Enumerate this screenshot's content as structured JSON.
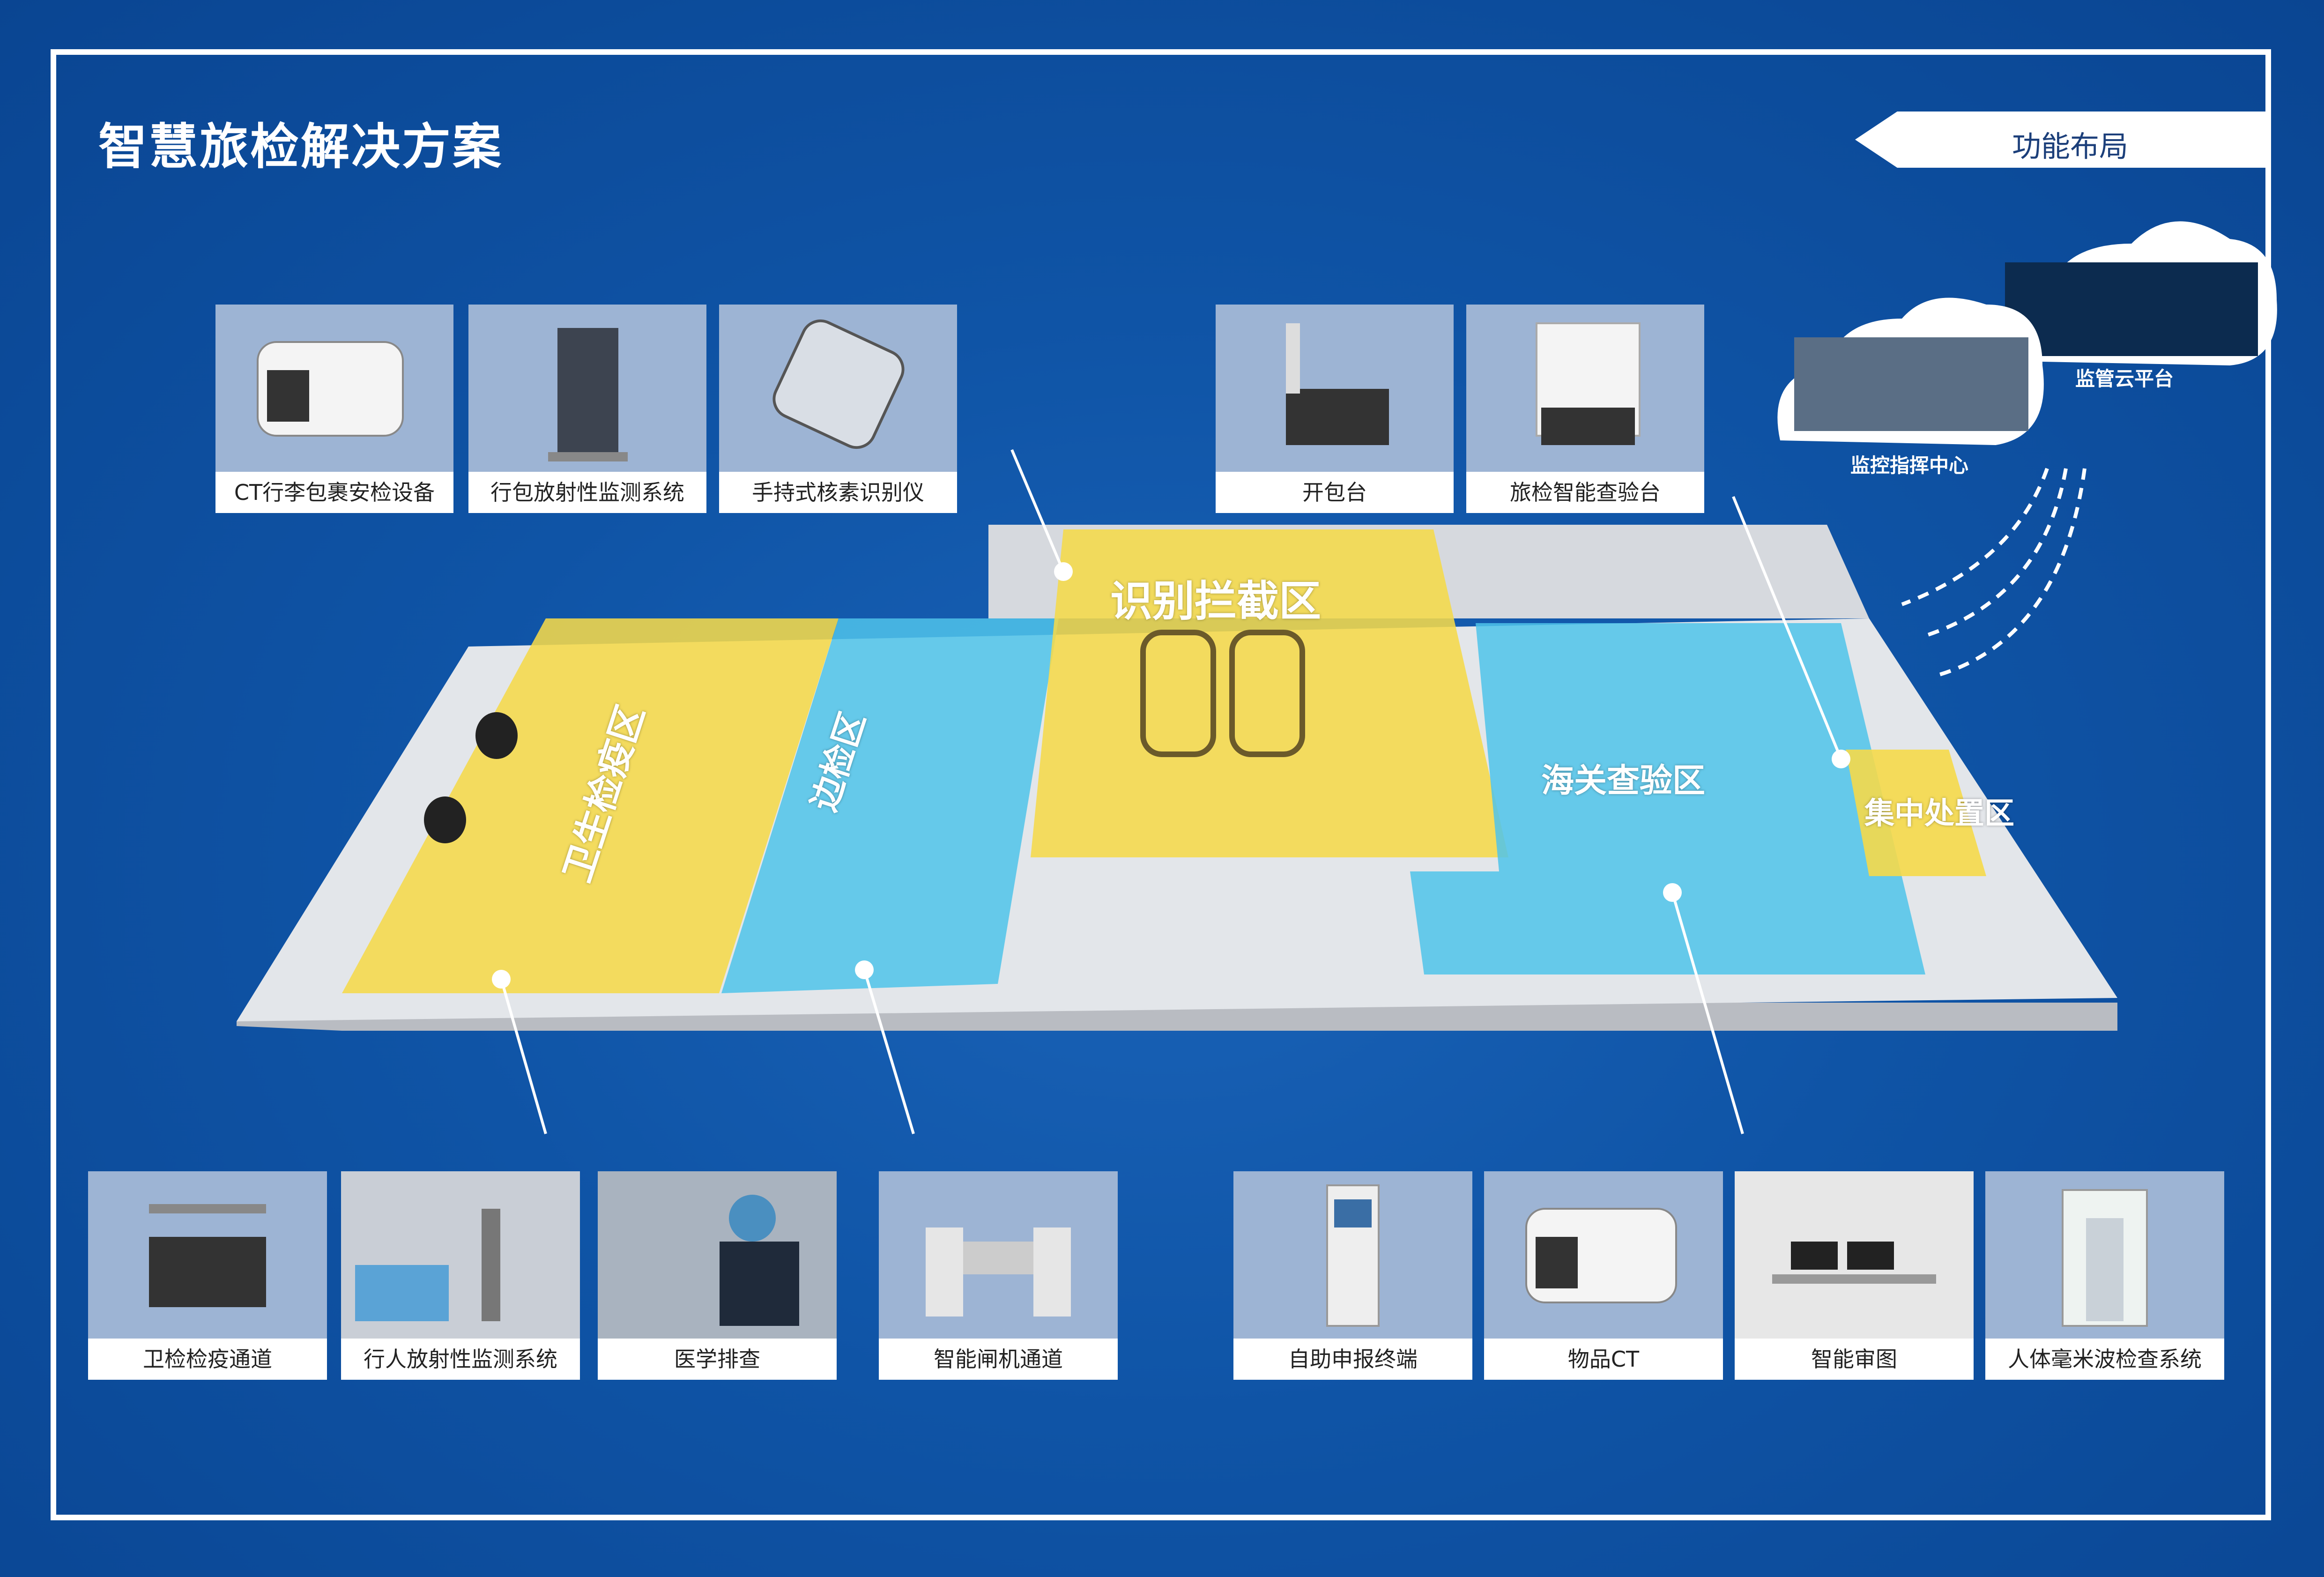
{
  "title": "智慧旅检解决方案",
  "tag_label": "功能布局",
  "colors": {
    "background": "#0f54a6",
    "yellow_zone": "#f5d94a",
    "blue_zone": "#4fc3ea",
    "white": "#ffffff"
  },
  "cloud": {
    "left_label": "监控指挥中心",
    "right_label": "监管云平台"
  },
  "zones": {
    "quarantine": "卫生检疫区",
    "border": "边检区",
    "intercept": "识别拦截区",
    "customs": "海关查验区",
    "disposal": "集中处置区"
  },
  "top_cards": [
    {
      "caption": "CT行李包裹安检设备",
      "icon": "ct-scanner-icon"
    },
    {
      "caption": "行包放射性监测系统",
      "icon": "radiation-panel-icon"
    },
    {
      "caption": "手持式核素识别仪",
      "icon": "handheld-device-icon"
    },
    {
      "caption": "开包台",
      "icon": "inspection-table-icon"
    },
    {
      "caption": "旅检智能查验台",
      "icon": "smart-desk-icon"
    }
  ],
  "bottom_cards": [
    {
      "caption": "卫检检疫通道",
      "icon": "quarantine-gate-icon"
    },
    {
      "caption": "行人放射性监测系统",
      "icon": "pedestrian-monitor-icon"
    },
    {
      "caption": "医学排查",
      "icon": "medical-check-icon"
    },
    {
      "caption": "智能闸机通道",
      "icon": "smart-gate-icon"
    },
    {
      "caption": "自助申报终端",
      "icon": "kiosk-icon"
    },
    {
      "caption": "物品CT",
      "icon": "ct-scanner-icon"
    },
    {
      "caption": "智能审图",
      "icon": "image-review-icon"
    },
    {
      "caption": "人体毫米波检查系统",
      "icon": "body-scanner-icon"
    }
  ]
}
